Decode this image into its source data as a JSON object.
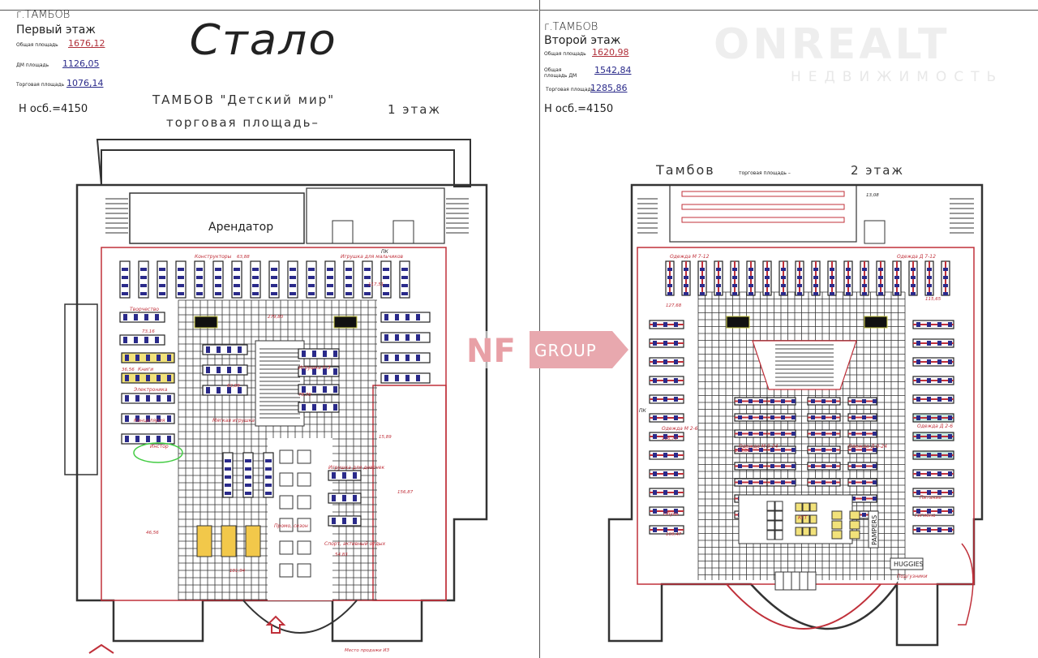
{
  "floor1": {
    "city": "г.ТАМБОВ",
    "floor_name": "Первый этаж",
    "areas": [
      {
        "label": "Общая площадь",
        "value": "1676,12"
      },
      {
        "label": "ДМ площадь",
        "value": "1126,05"
      },
      {
        "label": "Торговая площадь",
        "value": "1076,14"
      }
    ],
    "height": "Н осб.=4150",
    "stamp": "Стало",
    "title": "ТАМБОВ \"Детский мир\"",
    "subtitle": "торговая площадь–",
    "floor_tag": "1 этаж",
    "tenant": "Арендатор",
    "zones": [
      "Конструкторы",
      "Игрушка для мальчиков",
      "Творчество",
      "Книги",
      "Электроника",
      "Канцелярия",
      "Мягкая игрушка",
      "Игрушка 0-3",
      "Игрушка для девочек",
      "Промо, сезон",
      "Спорт, активный отдых",
      "Инстор"
    ],
    "numbers": [
      "63,88",
      "117,51",
      "73,16",
      "36,56",
      "279,80",
      "63,89",
      "78,78",
      "15,89",
      "156,87",
      "46,56",
      "181,94",
      "54,83"
    ],
    "pk": "ПК",
    "note": "Место продажи ИЗ"
  },
  "floor2": {
    "city": "г.ТАМБОВ",
    "floor_name": "Второй этаж",
    "areas": [
      {
        "label": "Общая площадь",
        "value": "1620,98"
      },
      {
        "label": "Общая площадь ДМ",
        "value": "1542,84"
      },
      {
        "label": "Торговая площадь",
        "value": "1285,86"
      }
    ],
    "height": "Н осб.=4150",
    "title": "Тамбов",
    "subtitle": "торговая площадь –",
    "floor_tag": "2 этаж",
    "zones": [
      "Одежда М 7-12",
      "Одежда Д 7-12",
      "Одежда М 2-6",
      "Одежда Д 2-6",
      "Одежда М 0-24",
      "Одежда Д 0-24",
      "Обувь",
      "КГТ",
      "Питание",
      "Гигиена",
      "Подгузники"
    ],
    "numbers": [
      "127,68",
      "115,65",
      "116,79",
      "115,06",
      "109,47",
      "13,08"
    ],
    "brands": [
      "PAMPERS",
      "HUGGIES"
    ],
    "pk": "ПК"
  },
  "watermarks": {
    "nf_left": "NF",
    "nf_right": "GROUP",
    "onrealt": "ONREALT",
    "onrealt_sub": "НЕДВИЖИМОСТЬ"
  },
  "colors": {
    "wall": "#333333",
    "red": "#c0303a",
    "shelf_blue": "#2a2a8a",
    "yellow": "#f2e27a",
    "green": "#3a9a3a",
    "watermark": "#e8b4b8"
  }
}
